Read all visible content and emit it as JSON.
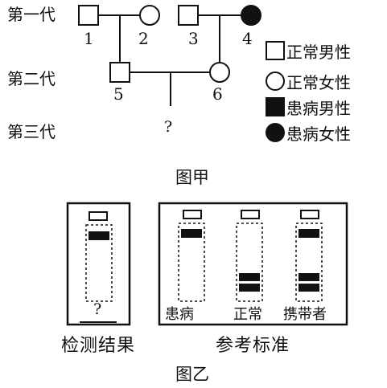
{
  "pedigree": {
    "generations": [
      "第一代",
      "第二代",
      "第三代"
    ],
    "individuals": [
      "1",
      "2",
      "3",
      "4",
      "5",
      "6"
    ],
    "unknown_child": "?",
    "caption": "图甲"
  },
  "legend": [
    {
      "symbol": "square-open-icon",
      "label": "正常男性"
    },
    {
      "symbol": "circle-open-icon",
      "label": "正常女性"
    },
    {
      "symbol": "square-filled-icon",
      "label": "患病男性"
    },
    {
      "symbol": "circle-filled-icon",
      "label": "患病女性"
    }
  ],
  "electrophoresis": {
    "test_result_title": "检测结果",
    "reference_title": "参考标准",
    "unknown_mark": "?",
    "lanes": [
      "患病",
      "正常",
      "携带者"
    ],
    "caption": "图乙"
  }
}
